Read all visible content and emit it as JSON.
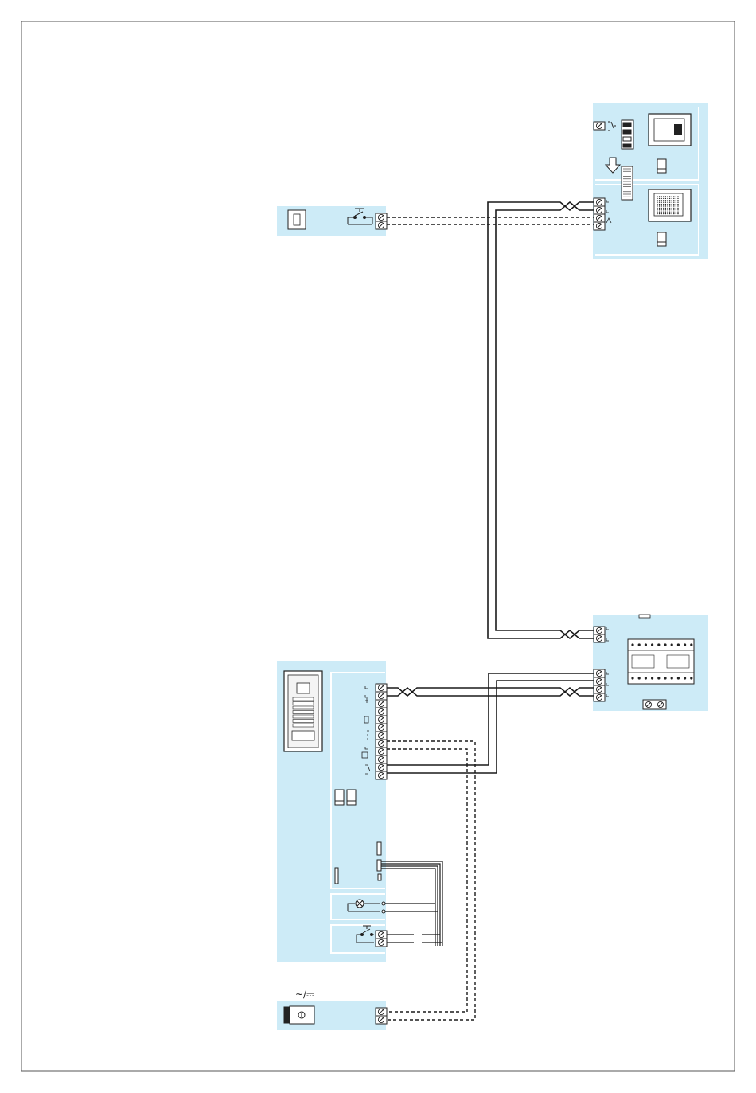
{
  "diagram": {
    "title": "",
    "labels": {
      "power_supply_symbol": "~/⎓"
    },
    "colors": {
      "panel_fill": "#cdebf7",
      "wire": "#1a1a1a",
      "frame": "#555555",
      "panel_divider": "#ffffff"
    },
    "components": [
      {
        "id": "door-panel",
        "kind": "entrance-panel",
        "icon": "entrance-panel-icon"
      },
      {
        "id": "monitor-upper",
        "kind": "internal-unit",
        "icon": "monitor-icon"
      },
      {
        "id": "monitor-lower",
        "kind": "internal-unit",
        "icon": "handsfree-monitor-icon"
      },
      {
        "id": "push-button-upper",
        "kind": "call-push-button",
        "icon": "push-button-icon"
      },
      {
        "id": "power-supply-main",
        "kind": "dinrail-power-supply",
        "icon": "power-supply-icon"
      },
      {
        "id": "door-lock",
        "kind": "electric-lock",
        "icon": "lock-icon"
      },
      {
        "id": "lamp",
        "kind": "lamp",
        "icon": "lamp-icon"
      },
      {
        "id": "exit-button",
        "kind": "push-button",
        "icon": "push-button-icon"
      }
    ],
    "wires": [
      {
        "from": "push-button-upper",
        "to": "monitor-lower",
        "style": "dashed"
      },
      {
        "from": "power-supply-main",
        "to": "monitor-lower",
        "style": "twisted-pair"
      },
      {
        "from": "door-panel",
        "to": "power-supply-main",
        "style": "twisted-pair"
      },
      {
        "from": "door-panel",
        "to": "door-lock",
        "style": "dashed"
      },
      {
        "from": "door-panel",
        "to": "lamp",
        "style": "solid"
      },
      {
        "from": "door-panel",
        "to": "exit-button",
        "style": "solid"
      }
    ]
  }
}
